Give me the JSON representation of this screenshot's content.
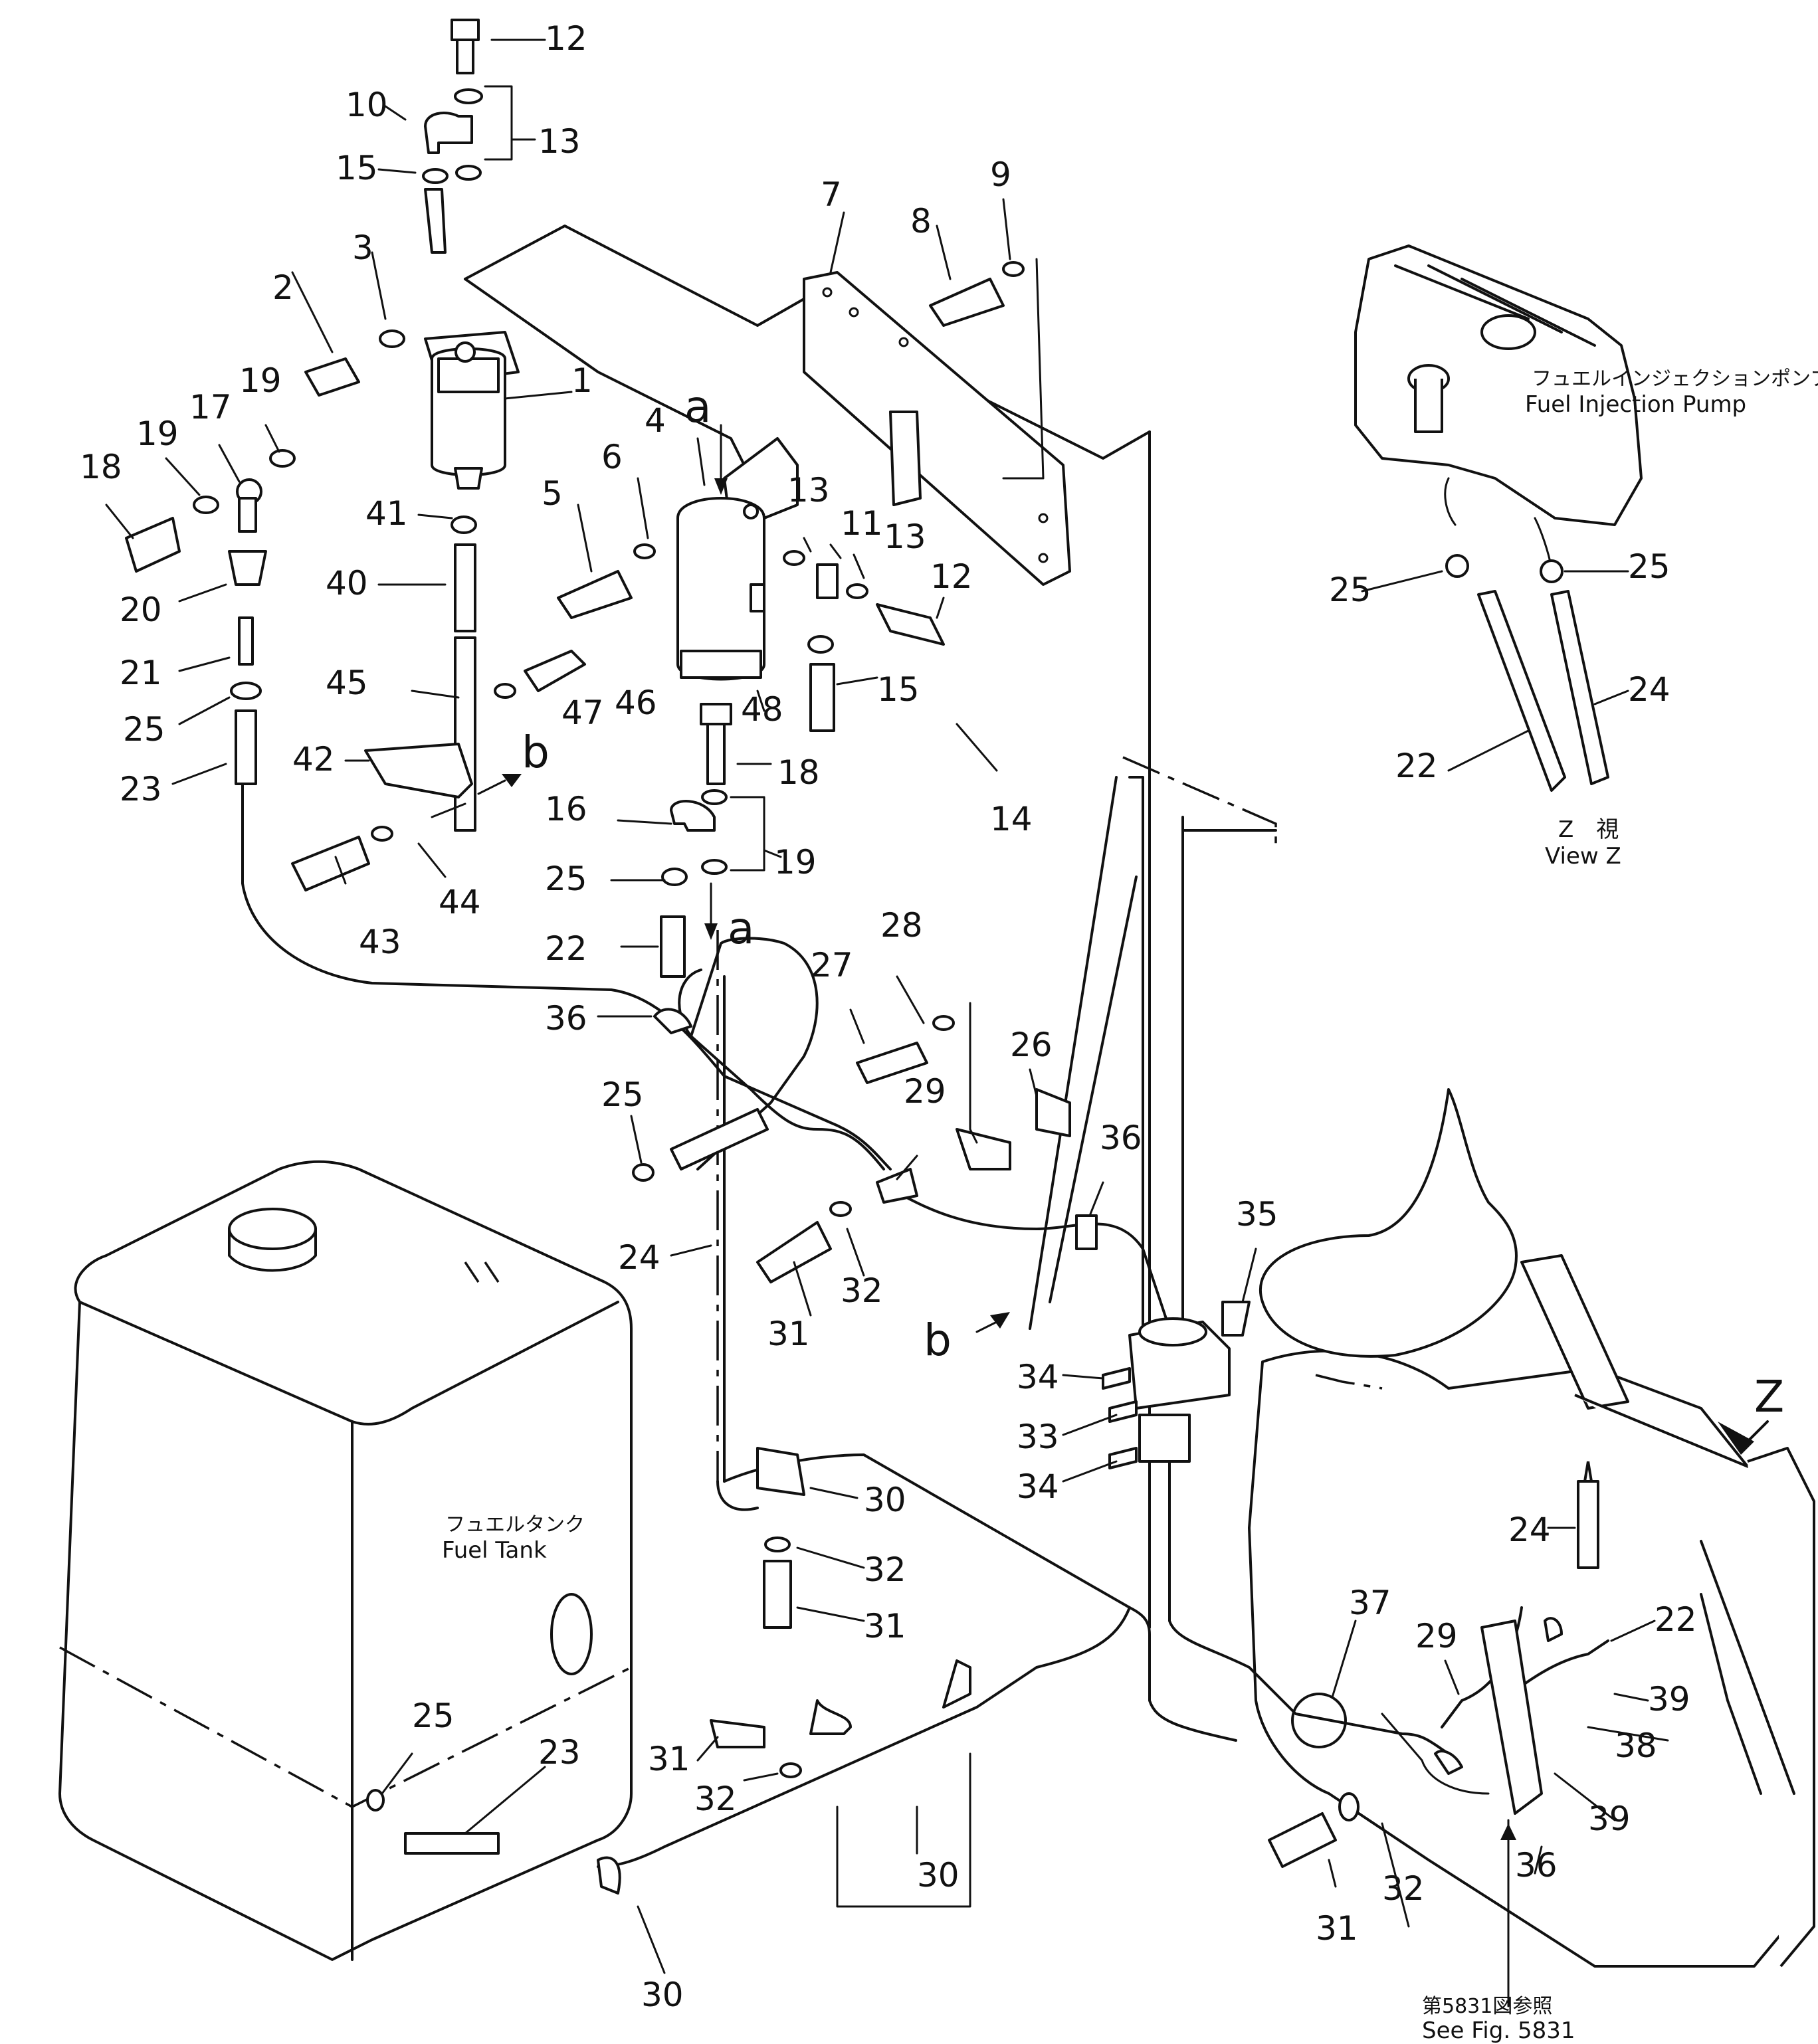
{
  "labels": {
    "fuel_injection_pump_jp": "フュエルインジェクションポンプ",
    "fuel_injection_pump_en": "Fuel  Injection  Pump",
    "view_z_jp": "Z　視",
    "view_z_en": "View  Z",
    "fuel_tank_jp": "フュエルタンク",
    "fuel_tank_en": "Fuel  Tank",
    "see_fig_jp": "第5831図参照",
    "see_fig_en": "See  Fig.  5831",
    "arrow_a_top": "a",
    "arrow_a_bottom": "a",
    "arrow_b_left": "b",
    "arrow_b_right": "b",
    "view_z_arrow": "Z"
  },
  "callouts": {
    "c1": "1",
    "c2": "2",
    "c3": "3",
    "c4": "4",
    "c5": "5",
    "c6": "6",
    "c7": "7",
    "c8": "8",
    "c9": "9",
    "c10": "10",
    "c11": "11",
    "c12a": "12",
    "c12b": "12",
    "c13a": "13",
    "c13b": "13",
    "c13c": "13",
    "c14": "14",
    "c15a": "15",
    "c15b": "15",
    "c16": "16",
    "c17": "17",
    "c18a": "18",
    "c18b": "18",
    "c19a": "19",
    "c19b": "19",
    "c19c": "19",
    "c20": "20",
    "c21": "21",
    "c22a": "22",
    "c22b": "22",
    "c22c": "22",
    "c23a": "23",
    "c23b": "23",
    "c24a": "24",
    "c24b": "24",
    "c24c": "24",
    "c25a": "25",
    "c25b": "25",
    "c25c": "25",
    "c25d": "25",
    "c25e": "25",
    "c25f": "25",
    "c26": "26",
    "c27": "27",
    "c28": "28",
    "c29a": "29",
    "c29b": "29",
    "c30a": "30",
    "c30b": "30",
    "c30c": "30",
    "c31a": "31",
    "c31b": "31",
    "c31c": "31",
    "c31d": "31",
    "c32a": "32",
    "c32b": "32",
    "c32c": "32",
    "c32d": "32",
    "c33": "33",
    "c34a": "34",
    "c34b": "34",
    "c35": "35",
    "c36a": "36",
    "c36b": "36",
    "c36c": "36",
    "c37": "37",
    "c38": "38",
    "c39a": "39",
    "c39b": "39",
    "c40": "40",
    "c41": "41",
    "c42": "42",
    "c43": "43",
    "c44": "44",
    "c45": "45",
    "c46": "46",
    "c47": "47",
    "c48": "48"
  }
}
